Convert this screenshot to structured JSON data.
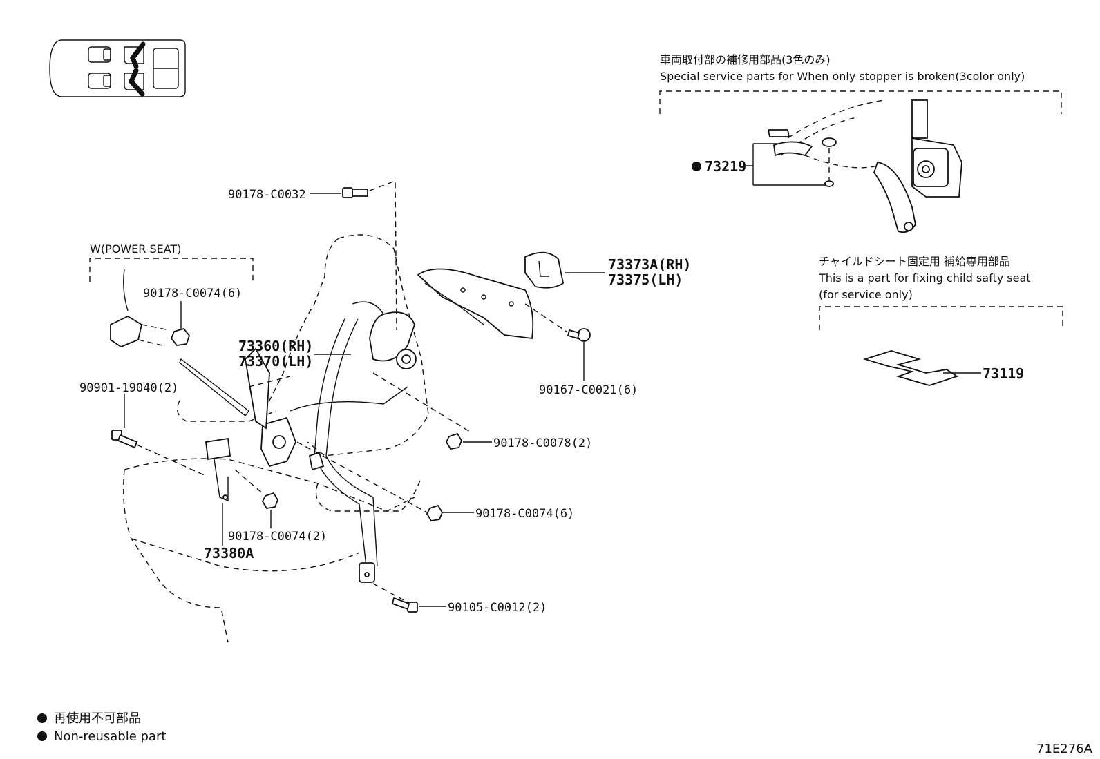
{
  "sections": {
    "power_seat": "W(POWER SEAT)",
    "stopper": {
      "jp": "車両取付部の補修用部品(3色のみ)",
      "en": "Special service parts for When only stopper is broken(3color only)"
    },
    "child_seat": {
      "jp": "チャイルドシート固定用 補給専用部品",
      "en1": "This is a part for fixing child safty seat",
      "en2": "(for service only)"
    }
  },
  "parts": {
    "p90178_c0032": "90178-C0032",
    "p90178_c0074_6a": "90178-C0074(6)",
    "p90901_19040": "90901-19040(2)",
    "p73360": "73360(RH)",
    "p73370": "73370(LH)",
    "p73373a": "73373A(RH)",
    "p73375": "73375(LH)",
    "p90167_c0021": "90167-C0021(6)",
    "p90178_c0078": "90178-C0078(2)",
    "p90178_c0074_6b": "90178-C0074(6)",
    "p90178_c0074_2": "90178-C0074(2)",
    "p73380a": "73380A",
    "p90105_c0012": "90105-C0012(2)",
    "p73219": "73219",
    "p73119": "73119"
  },
  "legend": {
    "jp": "再使用不可部品",
    "en": "Non-reusable part"
  },
  "figure_id": "71E276A"
}
